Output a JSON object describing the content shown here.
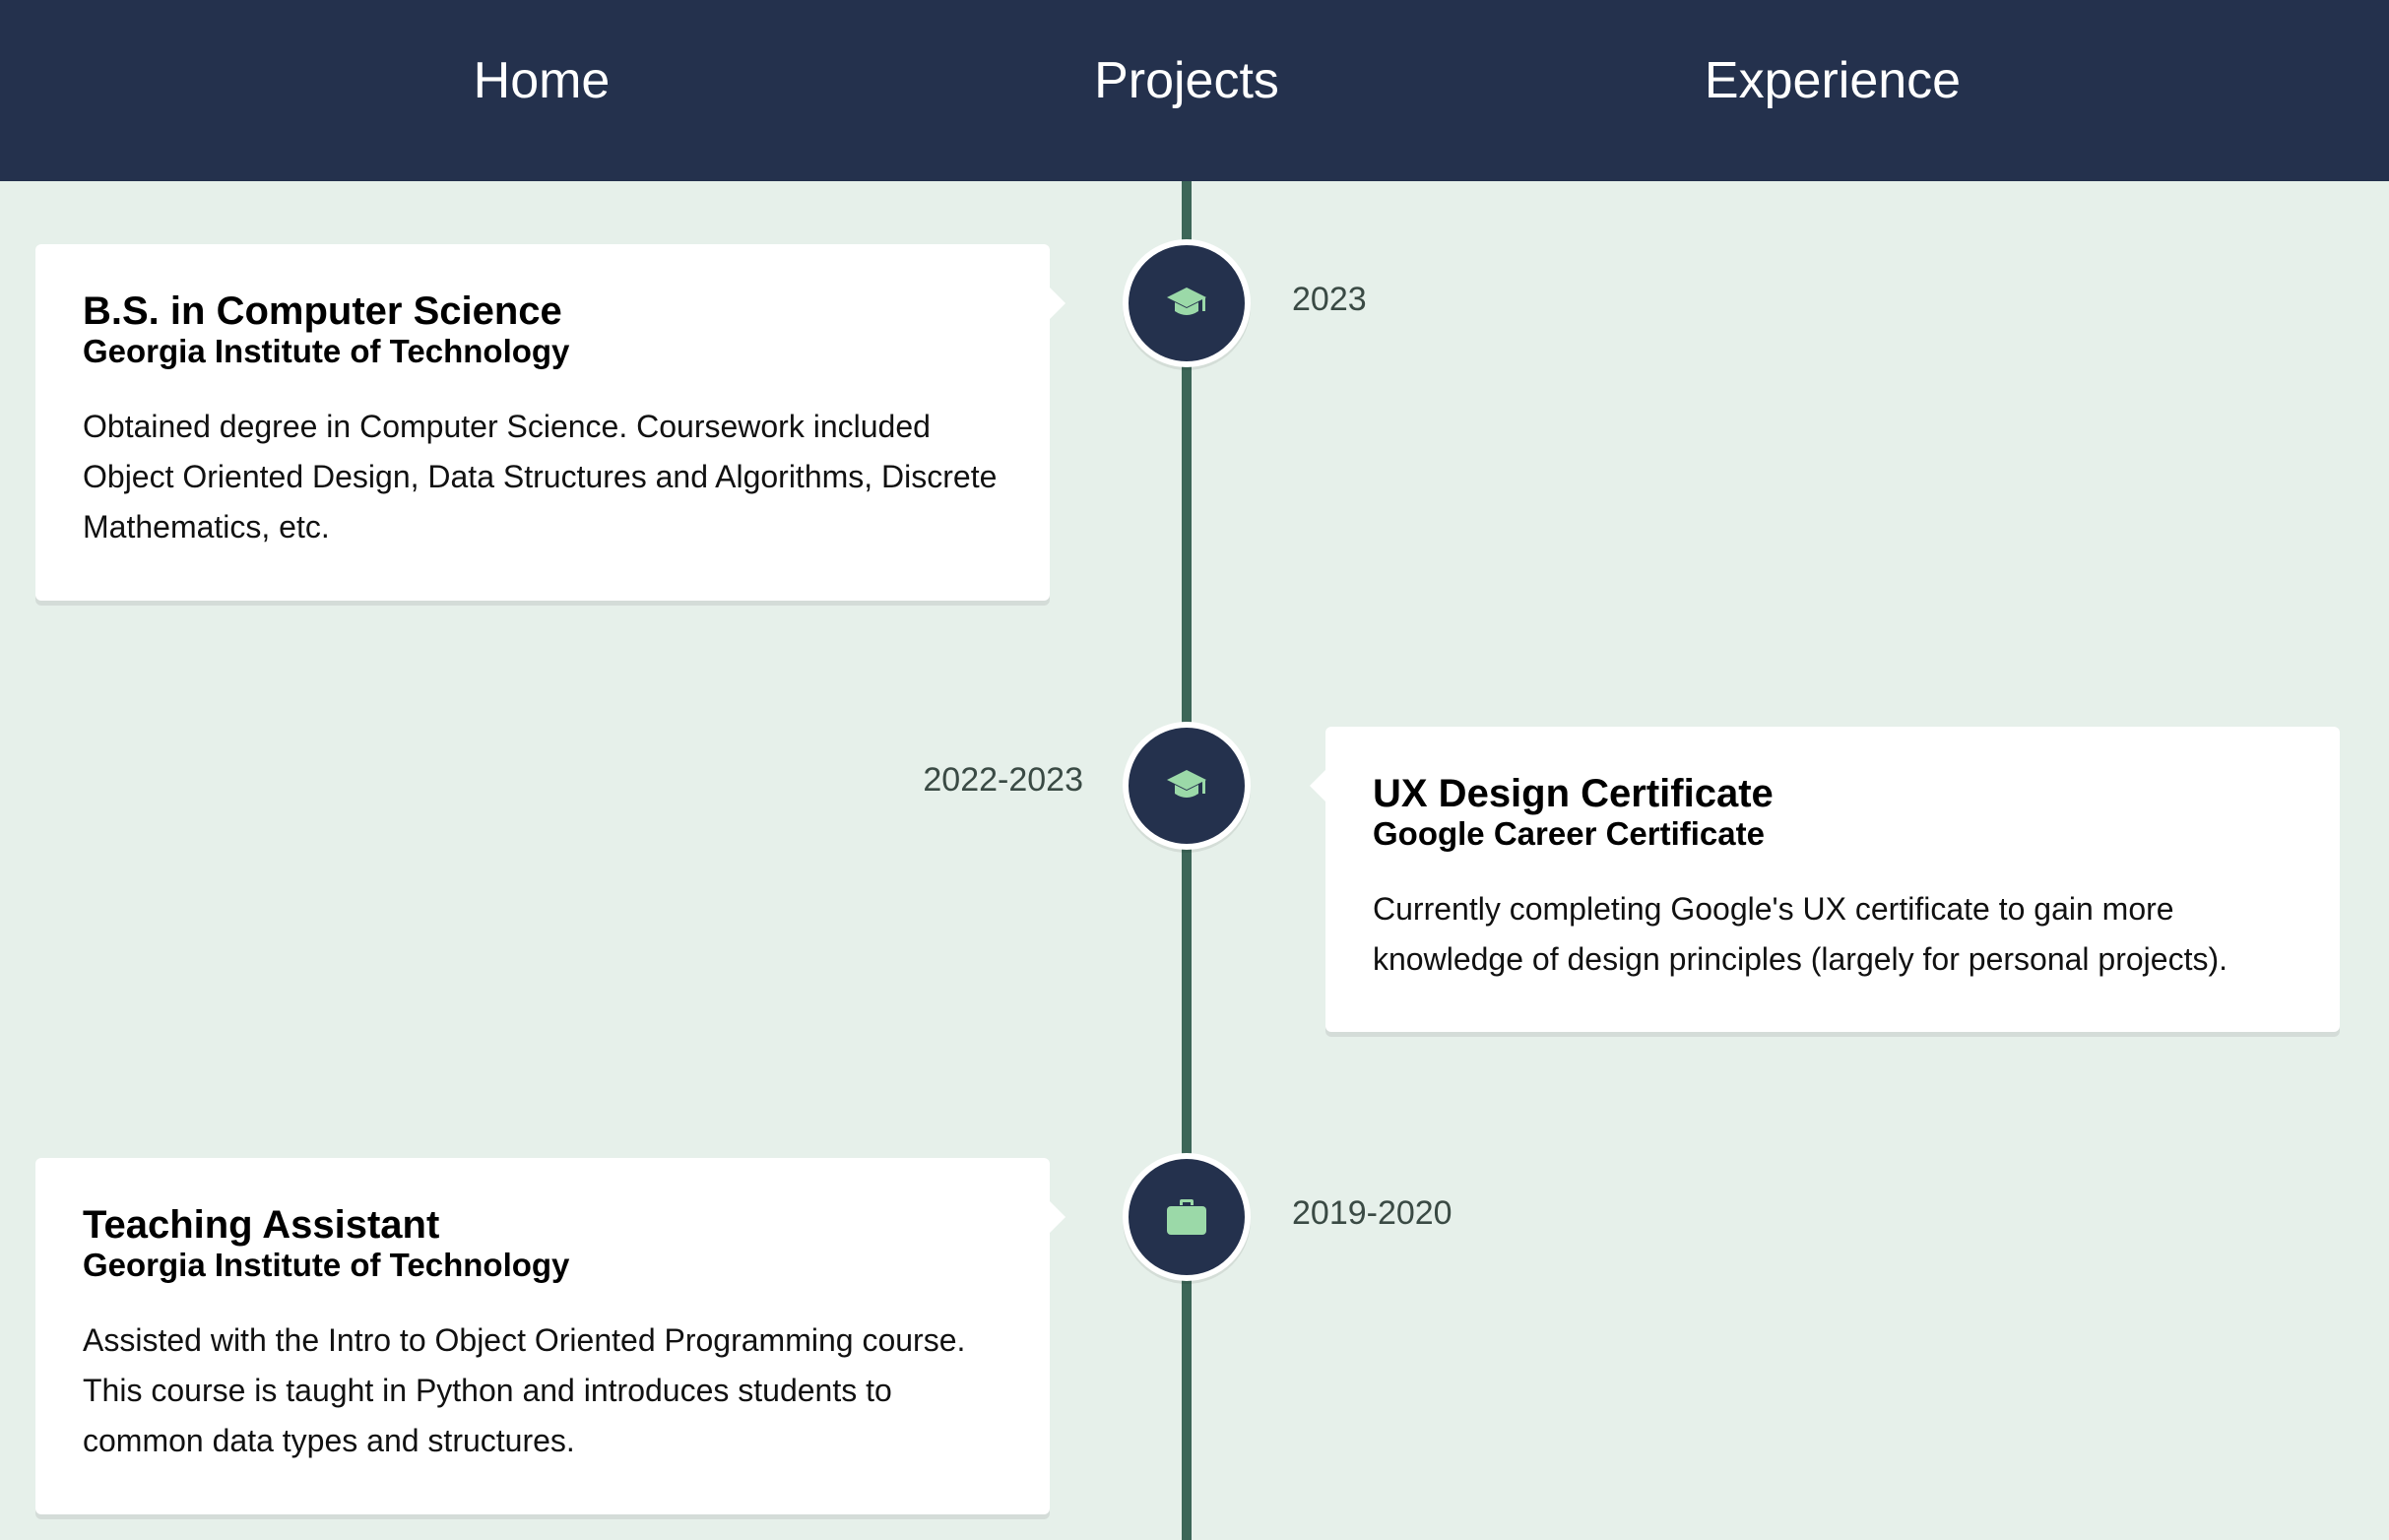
{
  "nav": {
    "items": [
      {
        "label": "Home"
      },
      {
        "label": "Projects"
      },
      {
        "label": "Experience"
      }
    ]
  },
  "colors": {
    "nav_background": "#24314d",
    "page_background": "#e6f0ea",
    "timeline_line": "#3d6658",
    "icon_accent": "#9bd9a8"
  },
  "timeline": [
    {
      "icon": "graduation-cap-icon",
      "date": "2023",
      "title": "B.S. in Computer Science",
      "organization": "Georgia Institute of Technology",
      "description": "Obtained degree in Computer Science. Coursework included Object Oriented Design, Data Structures and Algorithms, Discrete Mathematics, etc."
    },
    {
      "icon": "graduation-cap-icon",
      "date": "2022-2023",
      "title": "UX Design Certificate",
      "organization": "Google Career Certificate",
      "description": "Currently completing Google's UX certificate to gain more knowledge of design principles (largely for personal projects)."
    },
    {
      "icon": "briefcase-icon",
      "date": "2019-2020",
      "title": "Teaching Assistant",
      "organization": "Georgia Institute of Technology",
      "description": "Assisted with the Intro to Object Oriented Programming course. This course is taught in Python and introduces students to common data types and structures."
    }
  ]
}
